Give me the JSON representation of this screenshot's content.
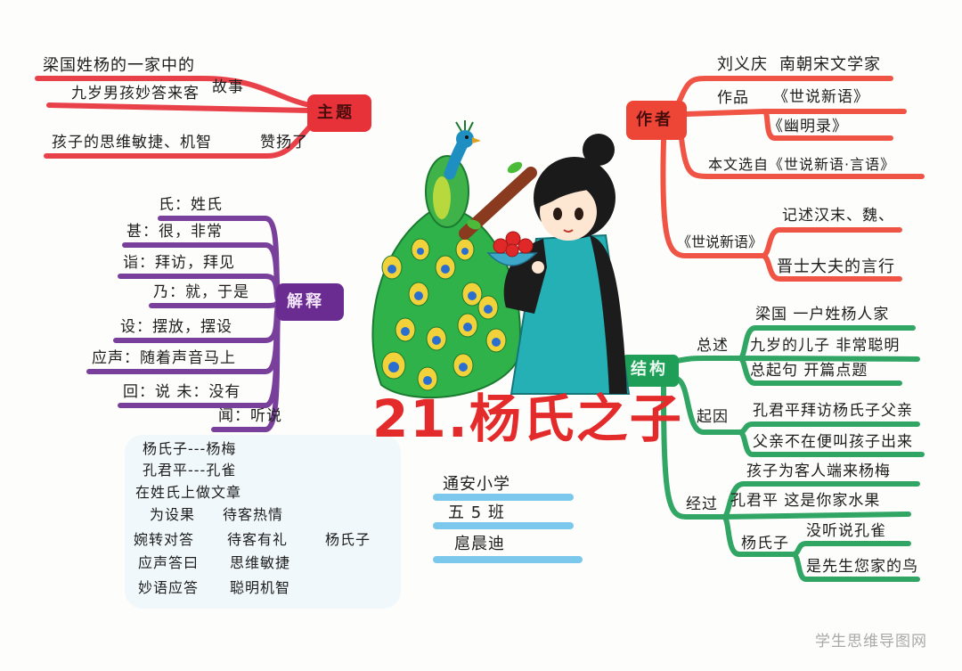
{
  "title": "21.杨氏之子",
  "theme": {
    "label": "主题",
    "line1": "梁国姓杨的一家中的",
    "line2": "九岁男孩妙答来客",
    "line2_suffix": "故事",
    "line3": "孩子的思维敏捷、机智",
    "line3_suffix": "赞扬了"
  },
  "author": {
    "label": "作者",
    "name": "刘义庆",
    "desc": "南朝宋文学家",
    "works_label": "作品",
    "works": [
      "《世说新语》",
      "《幽明录》"
    ],
    "source": "本文选自《世说新语·言语》",
    "book": "《世说新语》",
    "book_desc": [
      "记述汉末、魏、",
      "晋士大夫的言行"
    ]
  },
  "explanation": {
    "label": "解释",
    "items": [
      "氏：姓氏",
      "甚：很，非常",
      "诣：拜访，拜见",
      "乃：就，于是",
      "设：摆放，摆设",
      "应声：随着声音马上",
      "回：说  未：没有",
      "闻：听说"
    ]
  },
  "notes": {
    "pairs": [
      "杨氏子---杨梅",
      "孔君平---孔雀"
    ],
    "pun": "在姓氏上做文章",
    "rows": [
      {
        "action": "为设果",
        "trait": "待客热情"
      },
      {
        "action": "婉转对答",
        "trait": "待客有礼"
      },
      {
        "action": "应声答曰",
        "trait": "思维敏捷"
      },
      {
        "action": "妙语应答",
        "trait": "聪明机智"
      }
    ],
    "subject": "杨氏子"
  },
  "signature": {
    "school": "通安小学",
    "class": "五 5 班",
    "name": "扈晨迪"
  },
  "structure": {
    "label": "结构",
    "overview": {
      "label": "总述",
      "items": [
        "梁国 一户姓杨人家",
        "九岁的儿子  非常聪明",
        "总起句  开篇点题"
      ]
    },
    "cause": {
      "label": "起因",
      "items": [
        "孔君平拜访杨氏子父亲",
        "父亲不在便叫孩子出来"
      ]
    },
    "process": {
      "label": "经过",
      "items": [
        "孩子为客人端来杨梅",
        "孔君平  这是你家水果"
      ],
      "sub": {
        "label": "杨氏子",
        "items": [
          "没听说孔雀",
          "是先生您家的鸟"
        ]
      }
    }
  },
  "watermark": "学生思维导图网",
  "colors": {
    "theme_red": "#e8323a",
    "author_red": "#ee4636",
    "explanation_purple": "#6b2c91",
    "structure_green": "#1f9e58",
    "signature_blue": "#7cc8ec",
    "title_red": "#e42b2b"
  }
}
